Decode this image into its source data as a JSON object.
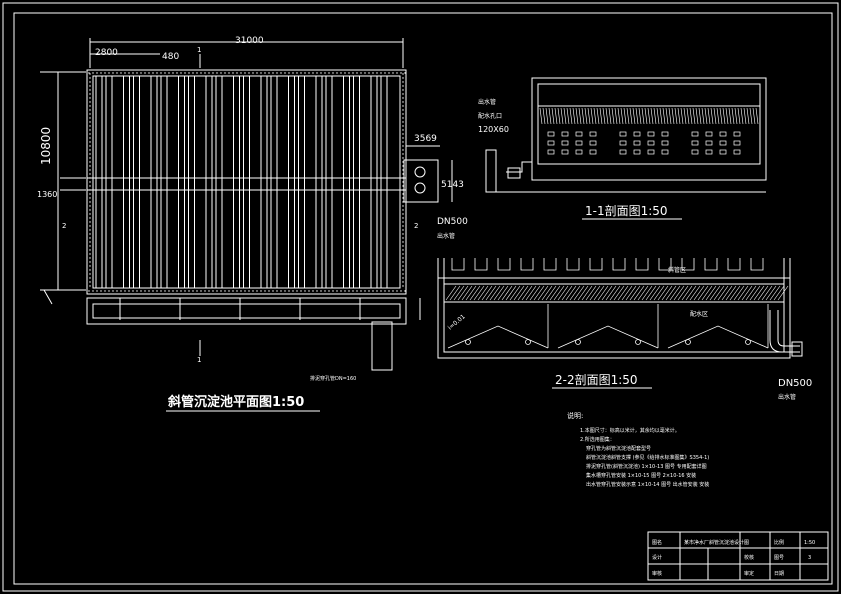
{
  "plan": {
    "title": "斜管沉淀池平面图1:50",
    "dim_total_width": "31000",
    "dim_bay": "2800",
    "dim_pipe": "480",
    "dim_height": "10800",
    "dim_channel": "1360",
    "dim_box_w": "3569",
    "dim_box_h": "5143",
    "section_mark_1": "1",
    "section_mark_2": "2",
    "outlet_label": "DN500",
    "outlet_sub": "出水管",
    "bottom_note": "排泥穿孔管DN=160"
  },
  "section11": {
    "title": "1-1剖面图1:50",
    "inlet_label": "出水管",
    "hole_label": "配水孔口",
    "hole_size": "120X60"
  },
  "section22": {
    "title": "2-2剖面图1:50",
    "label_cell": "斜管区",
    "label_zone": "配水区",
    "label_slope": "i=0.01",
    "outlet_label": "DN500",
    "outlet_sub": "出水管"
  },
  "notes": {
    "heading": "说明:",
    "lines": [
      "1.本图尺寸：标高以米计，其余均以毫米计。",
      "2.所选用图集：",
      "穿孔管为斜管沉淀池配套型号",
      "斜管沉淀池斜管支撑 (参见《给排水标准图集》S354-1)",
      "排泥穿孔管(斜管沉淀池) 1×10-13 图号 专用配套详图",
      "集水槽穿孔管安装 1×10-15 图号 2×10-16 安装",
      "出水管穿孔管安装示意 1×10-14 图号 出水管安装 安装"
    ]
  },
  "titleblock": {
    "r1": [
      "图名",
      "某市净水厂斜管沉淀池设计图",
      "比例",
      "1:50"
    ],
    "r2": [
      "设计",
      "",
      "校核",
      "",
      "图号",
      "3"
    ],
    "r3": [
      "审核",
      "",
      "审定",
      "",
      "日期",
      ""
    ]
  }
}
